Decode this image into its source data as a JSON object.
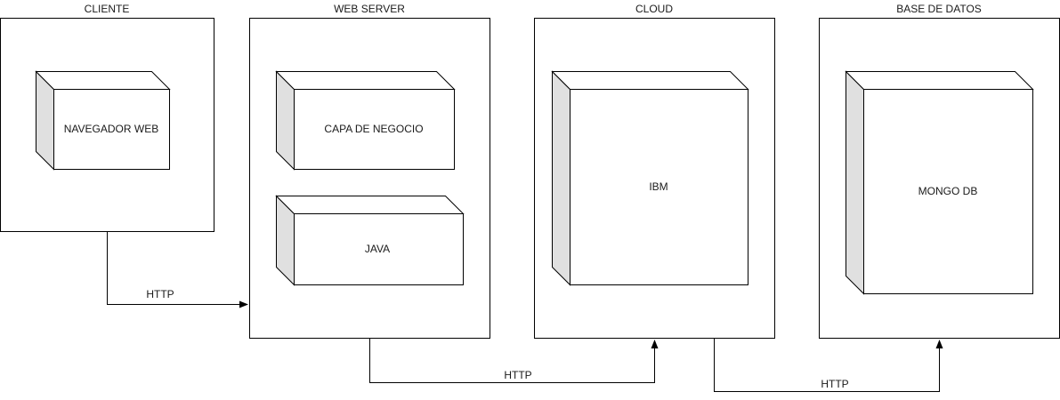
{
  "containers": [
    {
      "id": "cliente",
      "title": "CLIENTE"
    },
    {
      "id": "web_server",
      "title": "WEB SERVER"
    },
    {
      "id": "cloud",
      "title": "CLOUD"
    },
    {
      "id": "base_de_datos",
      "title": "BASE DE DATOS"
    }
  ],
  "nodes": [
    {
      "id": "navegador",
      "label": "NAVEGADOR WEB",
      "container": "cliente"
    },
    {
      "id": "capa_negocio",
      "label": "CAPA DE NEGOCIO",
      "container": "web_server"
    },
    {
      "id": "java",
      "label": "JAVA",
      "container": "web_server"
    },
    {
      "id": "ibm",
      "label": "IBM",
      "container": "cloud"
    },
    {
      "id": "mongo",
      "label": "MONGO DB",
      "container": "base_de_datos"
    }
  ],
  "edges": [
    {
      "from": "cliente",
      "to": "web_server",
      "label": "HTTP"
    },
    {
      "from": "web_server",
      "to": "cloud",
      "label": "HTTP"
    },
    {
      "from": "cloud",
      "to": "base_de_datos",
      "label": "HTTP"
    }
  ],
  "colors": {
    "stroke": "#000000",
    "fill": "#ffffff",
    "box_side": "#e0e0e0"
  }
}
